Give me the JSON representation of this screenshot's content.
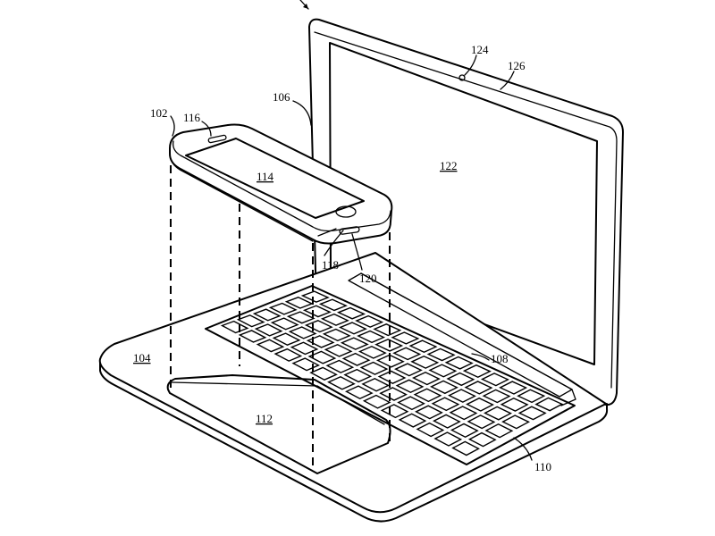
{
  "labels": {
    "phone": "102",
    "base": "104",
    "hinge": "106",
    "keyboard": "108",
    "key_region": "110",
    "cavity": "112",
    "phone_screen": "114",
    "speaker": "116",
    "home_button": "118",
    "connector": "120",
    "display": "122",
    "camera": "124",
    "bezel": "126"
  }
}
